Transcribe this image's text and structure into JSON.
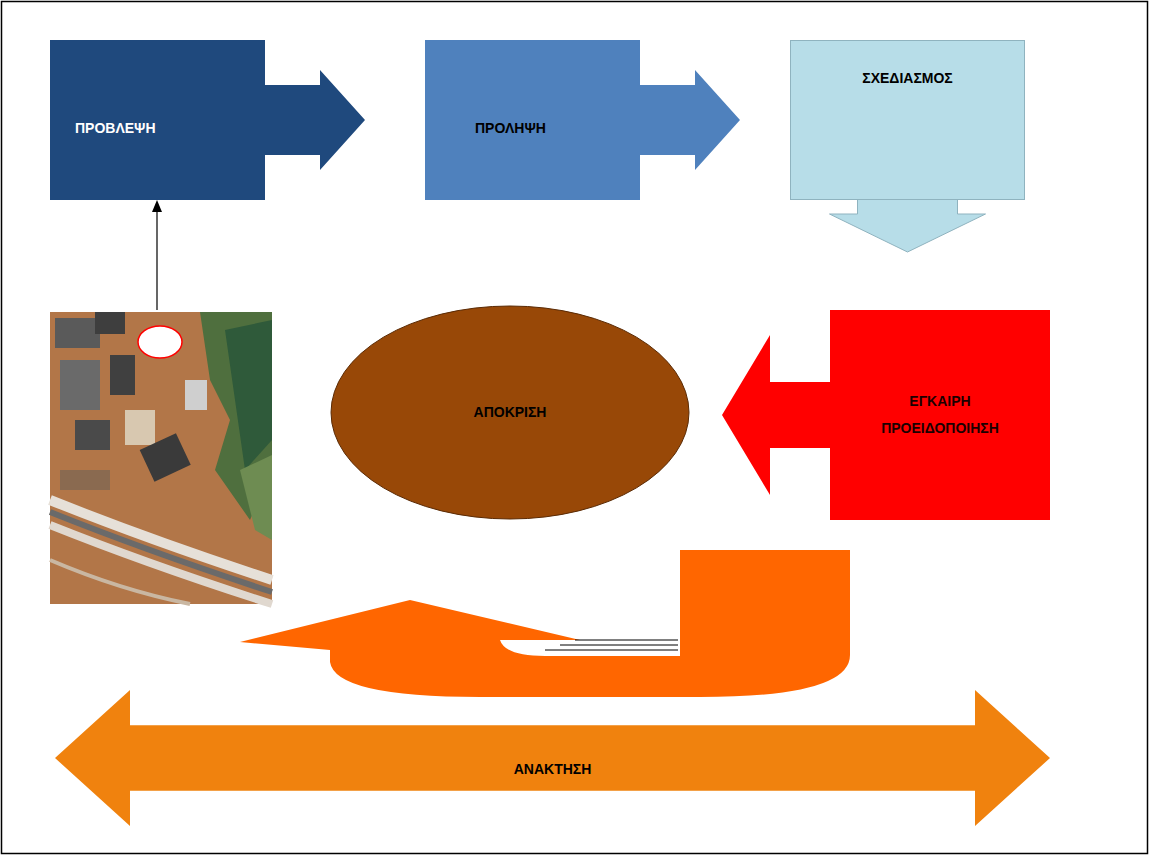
{
  "diagram": {
    "nodes": [
      {
        "text": [
          "ΠΡΟΒΛΕΨΗ"
        ]
      },
      {
        "text": [
          "ΠΡΟΛΗΨΗ"
        ]
      },
      {
        "text": [
          "ΣΧΕΔΙΑΣΜΟΣ"
        ]
      },
      {
        "text": [
          "ΕΓΚΑΙΡΗ ΠΡΟΕΙΔΟΠΟΙΗΣΗ"
        ]
      },
      {
        "text": [
          "ΑΠΟΚΡΙΣΗ"
        ]
      },
      {
        "text": [
          "ΑΝΑΚΤΗΣΗ"
        ]
      }
    ],
    "edges": [
      {
        "from": 0,
        "to": 1,
        "arrow": "to"
      },
      {
        "from": 1,
        "to": 2,
        "arrow": "to"
      },
      {
        "from": 2,
        "to": 3,
        "arrow": "to"
      },
      {
        "from": 3,
        "to": 4,
        "arrow": "to"
      }
    ]
  }
}
